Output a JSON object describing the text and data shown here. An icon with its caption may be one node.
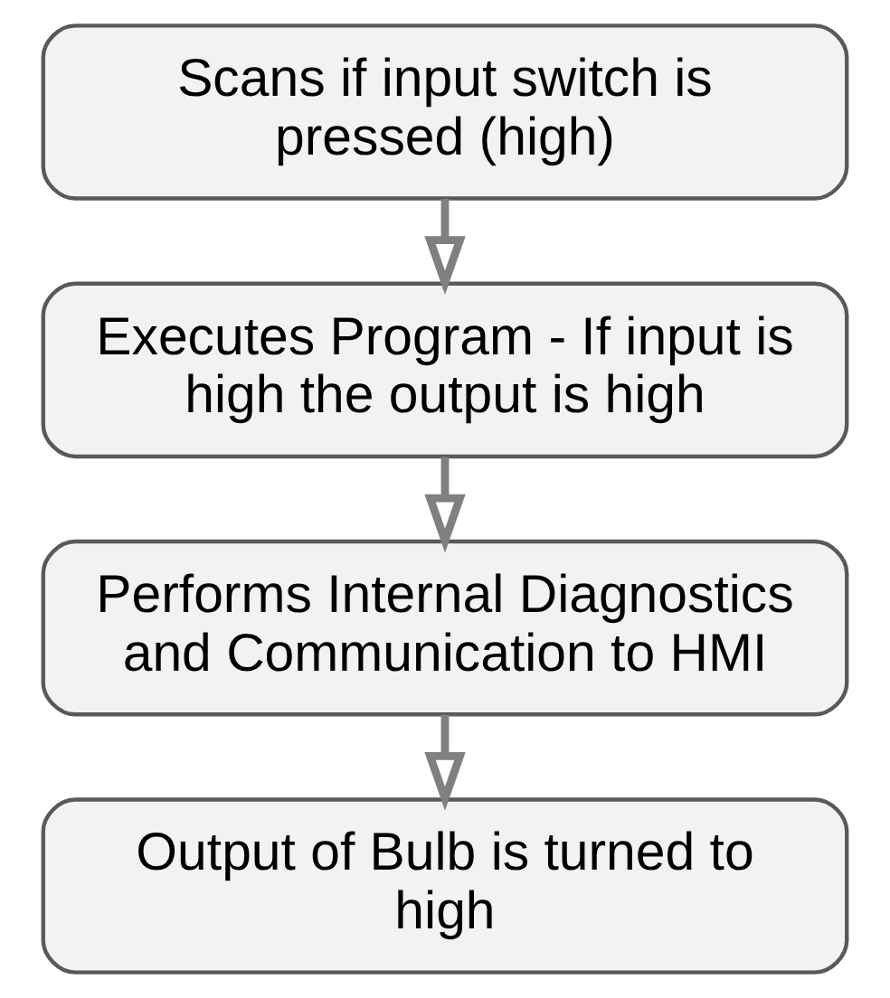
{
  "diagram": {
    "nodes": [
      {
        "text": [
          "Scans if input switch is pressed (high)"
        ]
      },
      {
        "text": [
          "Executes Program - If input is high the output is high"
        ]
      },
      {
        "text": [
          "Performs Internal Diagnostics and Communication to HMI"
        ]
      },
      {
        "text": [
          "Output of Bulb is turned to high"
        ]
      }
    ],
    "edges": [
      {
        "from": 0,
        "to": 1,
        "arrow": "to"
      },
      {
        "from": 1,
        "to": 2,
        "arrow": "to"
      },
      {
        "from": 2,
        "to": 3,
        "arrow": "to"
      }
    ]
  }
}
